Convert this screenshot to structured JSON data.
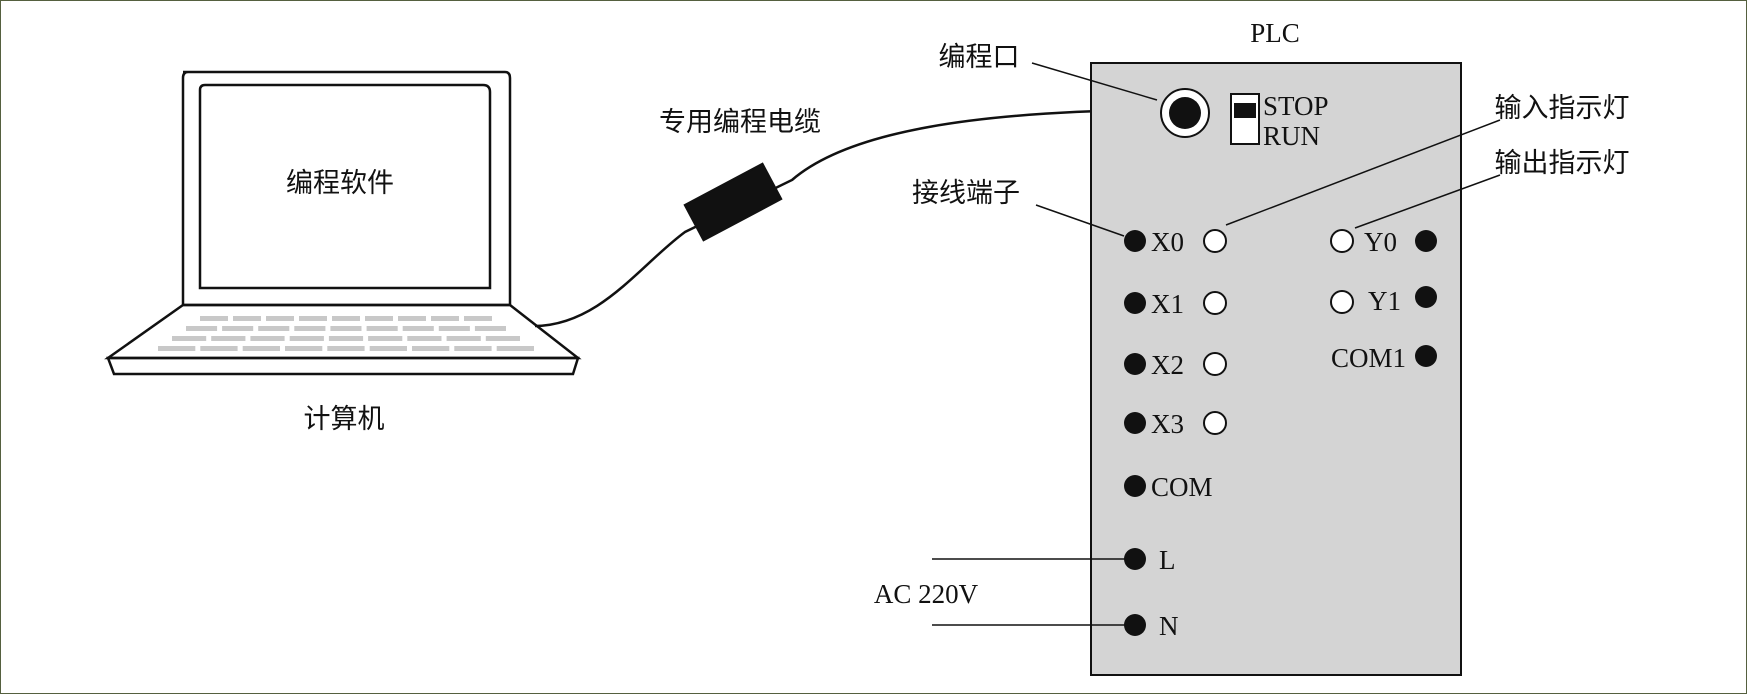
{
  "labels": {
    "plc_title": "PLC",
    "programming_port": "编程口",
    "cable": "专用编程电缆",
    "software": "编程软件",
    "computer": "计算机",
    "terminals": "接线端子",
    "input_indicator": "输入指示灯",
    "output_indicator": "输出指示灯",
    "stop": "STOP",
    "run": "RUN",
    "power": "AC 220V"
  },
  "inputs": [
    "X0",
    "X1",
    "X2",
    "X3"
  ],
  "input_common": "COM",
  "outputs": [
    "Y0",
    "Y1"
  ],
  "output_common": "COM1",
  "power_terminals": [
    "L",
    "N"
  ],
  "colors": {
    "plc_body": "#d4d4d4",
    "ink": "#111111",
    "border": "#55603f"
  }
}
